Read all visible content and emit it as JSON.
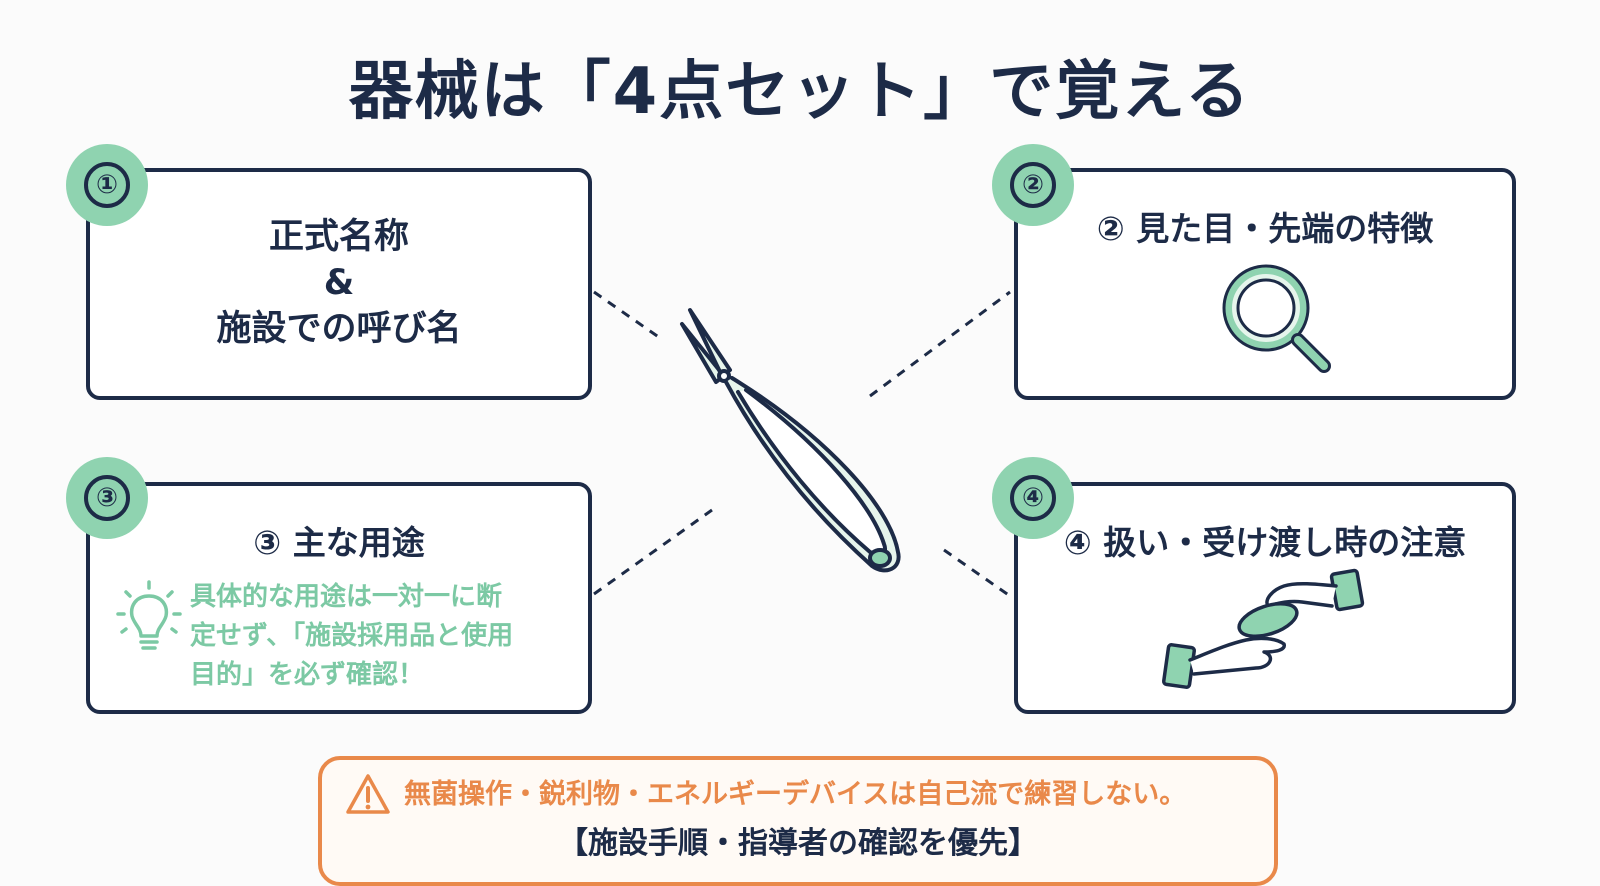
{
  "title": "器械は「4点セット」で覚える",
  "colors": {
    "navy": "#1d2b47",
    "mint": "#8fd3b0",
    "mint_text": "#7cc9a4",
    "orange": "#e9894a"
  },
  "cards": [
    {
      "badge": "①",
      "lines": [
        "正式名称",
        "&",
        "施設での呼び名"
      ]
    },
    {
      "badge": "②",
      "heading": "② 見た目・先端の特徴",
      "icon": "magnifier-icon"
    },
    {
      "badge": "③",
      "heading": "③ 主な用途",
      "icon": "lightbulb-icon",
      "note_lines": [
        "具体的な用途は一対一に断",
        "定せず、「施設採用品と使用",
        "目的」を必ず確認！"
      ]
    },
    {
      "badge": "④",
      "heading": "④ 扱い・受け渡し時の注意",
      "icon": "handover-icon"
    }
  ],
  "center_icon": "scissors-icon",
  "warning": {
    "icon": "warning-triangle-icon",
    "line1": "無菌操作・鋭利物・エネルギーデバイスは自己流で練習しない。",
    "line2": "【施設手順・指導者の確認を優先】"
  }
}
